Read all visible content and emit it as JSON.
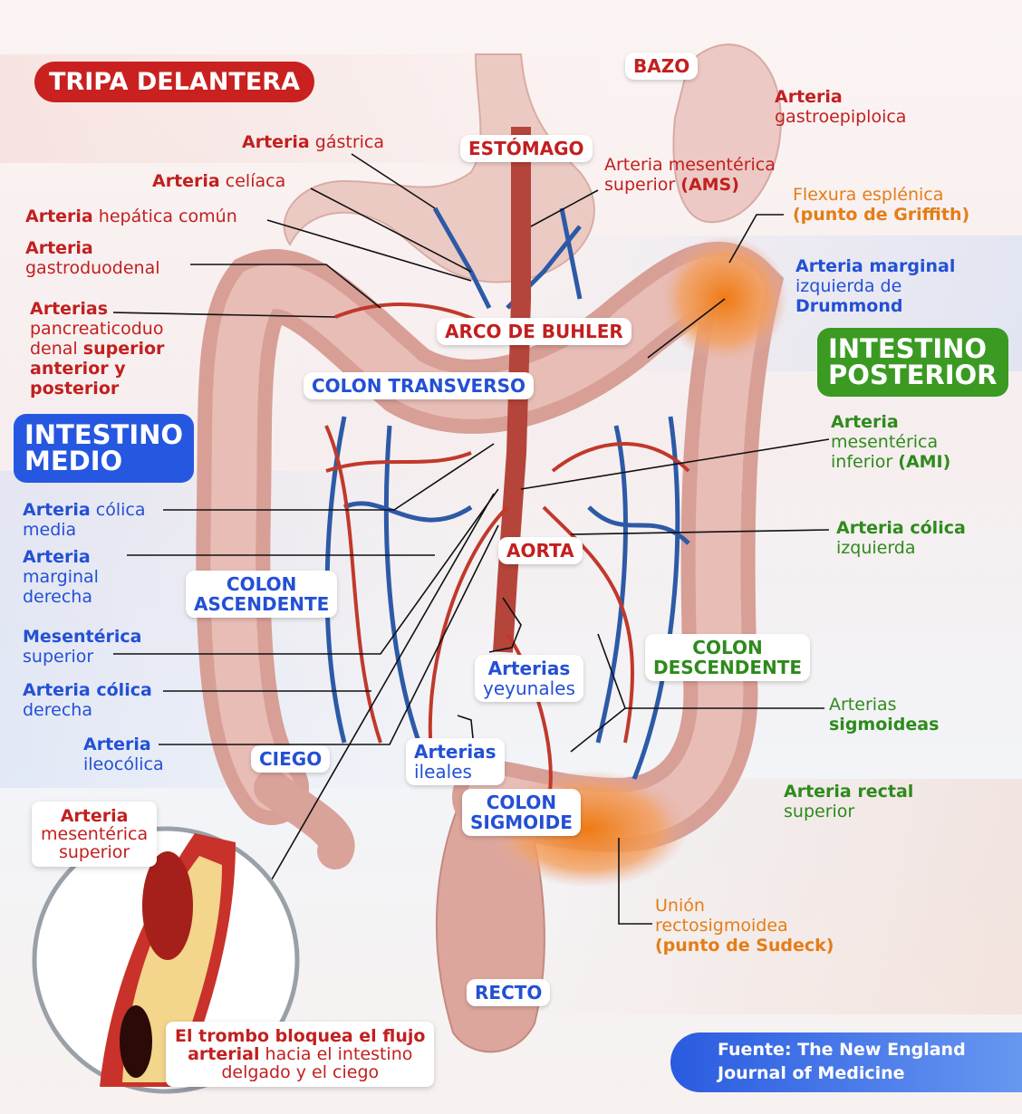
{
  "colors": {
    "red": "#c21f1f",
    "blue": "#2350d4",
    "green": "#2e8a1c",
    "orange": "#e47d16"
  },
  "headings": {
    "tripa": "TRIPA DELANTERA",
    "posterior": "INTESTINO\nPOSTERIOR",
    "medio": "INTESTINO\nMEDIO"
  },
  "organs": {
    "bazo": "BAZO",
    "estomago": "ESTÓMAGO",
    "buhler": "ARCO DE BUHLER",
    "transverso": "COLON TRANSVERSO",
    "aorta": "AORTA",
    "ascendente": "COLON\nASCENDENTE",
    "descendente": "COLON\nDESCENDENTE",
    "ciego": "CIEGO",
    "sigmoide": "COLON\nSIGMOIDE",
    "recto": "RECTO"
  },
  "yeyunales": {
    "b": "Arterias",
    "r": "\nyeyunales"
  },
  "ileales": {
    "b": "Arterias",
    "r": "\nileales"
  },
  "labels": [
    {
      "id": "lbl-gastrica",
      "color": "red",
      "parts": [
        {
          "t": "Arteria",
          "b": true
        },
        {
          "t": " gástrica",
          "b": false
        }
      ]
    },
    {
      "id": "lbl-celiaca",
      "color": "red",
      "parts": [
        {
          "t": "Arteria",
          "b": true
        },
        {
          "t": " celíaca",
          "b": false
        }
      ]
    },
    {
      "id": "lbl-hepatica",
      "color": "red",
      "parts": [
        {
          "t": "Arteria",
          "b": true
        },
        {
          "t": " hepática común",
          "b": false
        }
      ]
    },
    {
      "id": "lbl-gastroduodenal",
      "color": "red",
      "parts": [
        {
          "t": "Arteria",
          "b": true
        },
        {
          "t": "\ngastroduodenal",
          "b": false
        }
      ]
    },
    {
      "id": "lbl-pancreatico",
      "color": "red",
      "parts": [
        {
          "t": "Arterias",
          "b": true
        },
        {
          "t": "\npancreaticoduo\ndenal ",
          "b": false
        },
        {
          "t": "superior\nanterior y\nposterior",
          "b": true
        }
      ]
    },
    {
      "id": "lbl-gastroepiploica",
      "color": "red",
      "parts": [
        {
          "t": "Arteria",
          "b": true
        },
        {
          "t": "\ngastroepiploica",
          "b": false
        }
      ]
    },
    {
      "id": "lbl-ams",
      "color": "red",
      "parts": [
        {
          "t": "Arteria mesentérica\nsuperior ",
          "b": false
        },
        {
          "t": "(AMS)",
          "b": true
        }
      ]
    },
    {
      "id": "lbl-flexura",
      "color": "orange",
      "parts": [
        {
          "t": "Flexura esplénica\n",
          "b": false
        },
        {
          "t": "(punto de Griffith)",
          "b": true
        }
      ]
    },
    {
      "id": "lbl-marginal-izq",
      "color": "blue",
      "parts": [
        {
          "t": "Arteria marginal",
          "b": true
        },
        {
          "t": "\nizquierda de\n",
          "b": false
        },
        {
          "t": "Drummond",
          "b": true
        }
      ]
    },
    {
      "id": "lbl-ami",
      "color": "green",
      "parts": [
        {
          "t": "Arteria",
          "b": true
        },
        {
          "t": "\nmesentérica\ninferior ",
          "b": false
        },
        {
          "t": "(AMI)",
          "b": true
        }
      ]
    },
    {
      "id": "lbl-colica-izq",
      "color": "green",
      "parts": [
        {
          "t": "Arteria cólica",
          "b": true
        },
        {
          "t": "\nizquierda",
          "b": false
        }
      ]
    },
    {
      "id": "lbl-colica-media",
      "color": "blue",
      "parts": [
        {
          "t": "Arteria",
          "b": true
        },
        {
          "t": " cólica\nmedia",
          "b": false
        }
      ]
    },
    {
      "id": "lbl-marginal-der",
      "color": "blue",
      "parts": [
        {
          "t": "Arteria",
          "b": true
        },
        {
          "t": "\nmarginal\nderecha",
          "b": false
        }
      ]
    },
    {
      "id": "lbl-mesenterica-sup",
      "color": "blue",
      "parts": [
        {
          "t": "Mesentérica",
          "b": true
        },
        {
          "t": "\nsuperior",
          "b": false
        }
      ]
    },
    {
      "id": "lbl-colica-der",
      "color": "blue",
      "parts": [
        {
          "t": "Arteria cólica",
          "b": true
        },
        {
          "t": "\nderecha",
          "b": false
        }
      ]
    },
    {
      "id": "lbl-ileocolica",
      "color": "blue",
      "parts": [
        {
          "t": "Arteria",
          "b": true
        },
        {
          "t": "\nileocólica",
          "b": false
        }
      ]
    },
    {
      "id": "lbl-sigmoideas",
      "color": "green",
      "parts": [
        {
          "t": "Arterias\n",
          "b": false
        },
        {
          "t": "sigmoideas",
          "b": true
        }
      ]
    },
    {
      "id": "lbl-rectal",
      "color": "green",
      "parts": [
        {
          "t": "Arteria rectal",
          "b": true
        },
        {
          "t": "\nsuperior",
          "b": false
        }
      ]
    },
    {
      "id": "lbl-sudeck",
      "color": "orange",
      "parts": [
        {
          "t": "Unión\nrectosigmoidea\n",
          "b": false
        },
        {
          "t": "(punto de Sudeck)",
          "b": true
        }
      ]
    }
  ],
  "inset": {
    "ams_b": "Arteria",
    "ams_r": "\nmesentérica\nsuperior",
    "trombo_b1": "El trombo bloquea el flujo\narterial",
    "trombo_r": " hacia el intestino\ndelgado y el ciego"
  },
  "source": "Fuente: The New England\nJournal of Medicine"
}
